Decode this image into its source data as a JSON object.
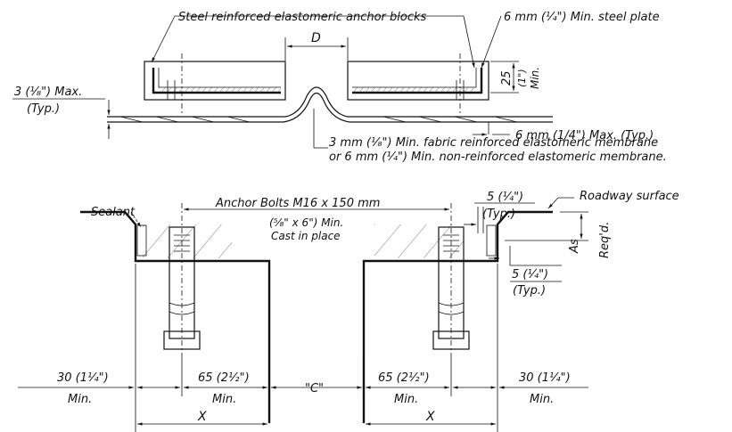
{
  "labels": {
    "anchor_blocks": "Steel reinforced elastomeric anchor blocks",
    "steel_plate": "6 mm (¹⁄₄\") Min. steel plate",
    "dim_d": "D",
    "dim_25": "25",
    "dim_25_in": "(1\")",
    "dim_25_min": "Min.",
    "max_gap_top": "3 (¹⁄₈\") Max.",
    "typ": "(Typ.)",
    "plate_max": "6 mm (1/4\") Max. (Typ.)",
    "membrane_1": "3 mm (¹⁄₈\") Min. fabric reinforced elastomeric membrane",
    "membrane_2": "or 6 mm (¹⁄₄\") Min. non-reinforced elastomeric membrane.",
    "sealant": "Sealant",
    "anchor_bolts_1": "Anchor Bolts M16 x 150 mm",
    "anchor_bolts_2": "(⁵⁄₈\" x 6\") Min.",
    "anchor_bolts_3": "Cast in place",
    "five_top": "5 (¹⁄₄\")",
    "five_top_typ": "(Typ.)",
    "roadway": "Roadway surface",
    "as_req_1": "As",
    "as_req_2": "Req'd.",
    "five_bot": "5 (¹⁄₄\")",
    "five_bot_typ": "(Typ.)",
    "dim_30_left": "30 (1¹⁄₄\")",
    "dim_65_left": "65 (2¹⁄₂\")",
    "dim_c": "\"C\"",
    "dim_65_right": "65 (2¹⁄₂\")",
    "dim_30_right": "30 (1¹⁄₄\")",
    "min": "Min.",
    "x_left": "X",
    "x_right": "X"
  }
}
